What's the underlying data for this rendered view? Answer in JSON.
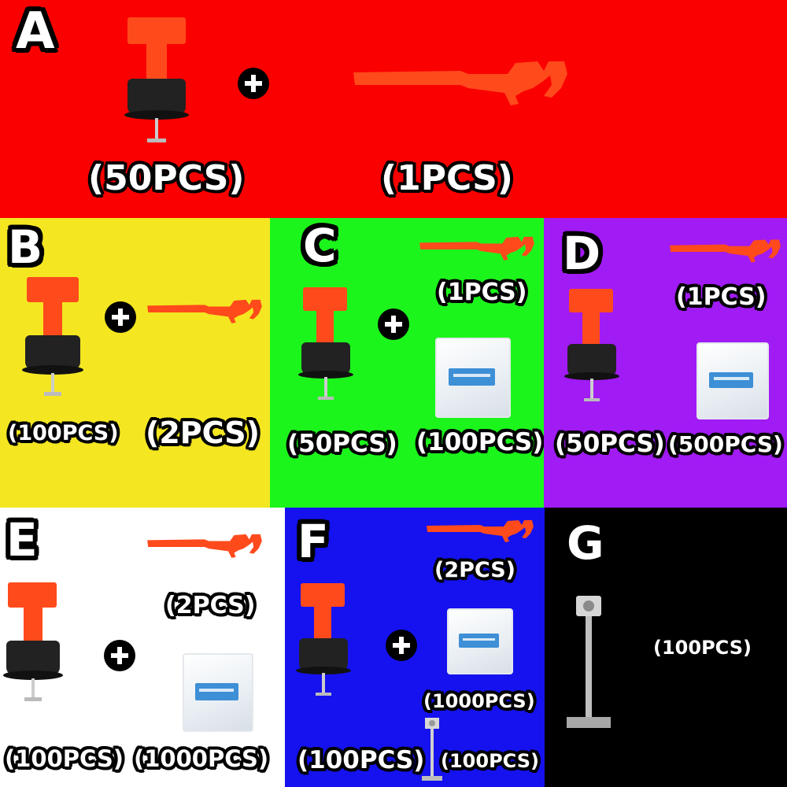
{
  "panels": {
    "A": {
      "letter": "A",
      "qty1": "(50PCS)",
      "qty2": "(1PCS)",
      "bg": "#fb0000"
    },
    "B": {
      "letter": "B",
      "qty1": "(100PCS)",
      "qty2": "(2PCS)",
      "bg": "#f4e721"
    },
    "C": {
      "letter": "C",
      "qty_wrench": "(1PCS)",
      "qty_clips": "(50PCS)",
      "qty_bag": "(100PCS)",
      "bg": "#1cf51c"
    },
    "D": {
      "letter": "D",
      "qty_wrench": "(1PCS)",
      "qty_clips": "(50PCS)",
      "qty_bag": "(500PCS)",
      "bg": "#a11bf4"
    },
    "E": {
      "letter": "E",
      "qty_wrench": "(2PCS)",
      "qty_clips": "(100PCS)",
      "qty_bag": "(1000PCS)",
      "bg": "#ffffff"
    },
    "F": {
      "letter": "F",
      "qty_wrench": "(2PCS)",
      "qty_bag": "(1000PCS)",
      "qty_clips": "(100PCS)",
      "qty_pins": "(100PCS)",
      "bg": "#1512ef"
    },
    "G": {
      "letter": "G",
      "qty_pins": "(100PCS)",
      "bg": "#000000"
    }
  },
  "colors": {
    "accent": "#ff4a1c",
    "outline": "#000000"
  }
}
